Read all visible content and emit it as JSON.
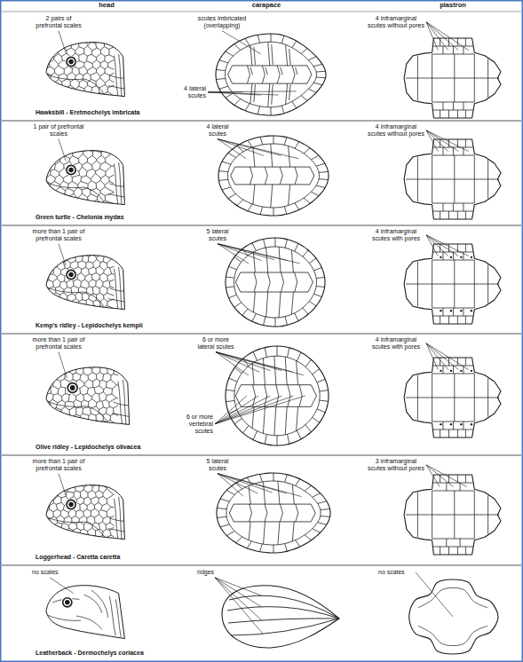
{
  "diagram": {
    "labels": [
      "head",
      "carapace",
      "plastron",
      "2 pairs of prefrontal scales",
      "scutes imbricated (overlapping)",
      "4 lateral scutes",
      "4 inframarginal scutes without pores",
      "Hawksbill - Eretmochelys imbricata",
      "1 pair of prefrontal scales",
      "4 lateral scutes",
      "4 inframarginal scutes without pores",
      "Green turtle - Chelonia mydas",
      "more than 1 pair of prefrontal scales",
      "5 lateral scutes",
      "4 inframarginal scutes with pores",
      "Kemp's ridley - Lepidochelys kempii",
      "more than 1 pair of prefrontal scales",
      "6 or more lateral scutes",
      "6 or more vertebral scutes",
      "4 inframarginal scutes with pores",
      "Olive ridley - Lepidochelys olivacea",
      "more than 1 pair of prefrontal scales",
      "5 lateral scutes",
      "3 inframarginal scutes without pores",
      "Loggerhead - Caretta caretta",
      "no scales",
      "ridges",
      "no scales",
      "Leatherback - Dermochelys coriacea"
    ]
  }
}
